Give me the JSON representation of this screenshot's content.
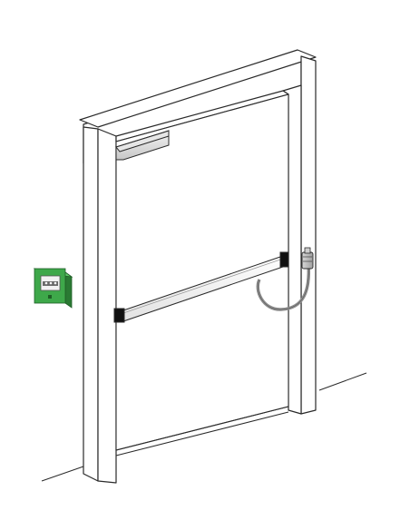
{
  "diagram": {
    "components": [
      {
        "id": "door-frame",
        "label": ""
      },
      {
        "id": "door-leaf",
        "label": ""
      },
      {
        "id": "door-closer",
        "label": ""
      },
      {
        "id": "panic-bar",
        "label": ""
      },
      {
        "id": "electric-strike-cable",
        "label": ""
      },
      {
        "id": "break-glass-call-point",
        "label": ""
      }
    ],
    "colors": {
      "line": "#2a2a2a",
      "fill": "#ffffff",
      "closer_gradient_light": "#f2f2f2",
      "closer_gradient_dark": "#c9c9c9",
      "bar_cap": "#111111",
      "cable": "#8e8e8e",
      "connector": "#bdbdbd",
      "call_point_green": "#3ea84a",
      "call_point_dark_green": "#2a7a33",
      "call_point_light_green": "#5fca69"
    }
  }
}
